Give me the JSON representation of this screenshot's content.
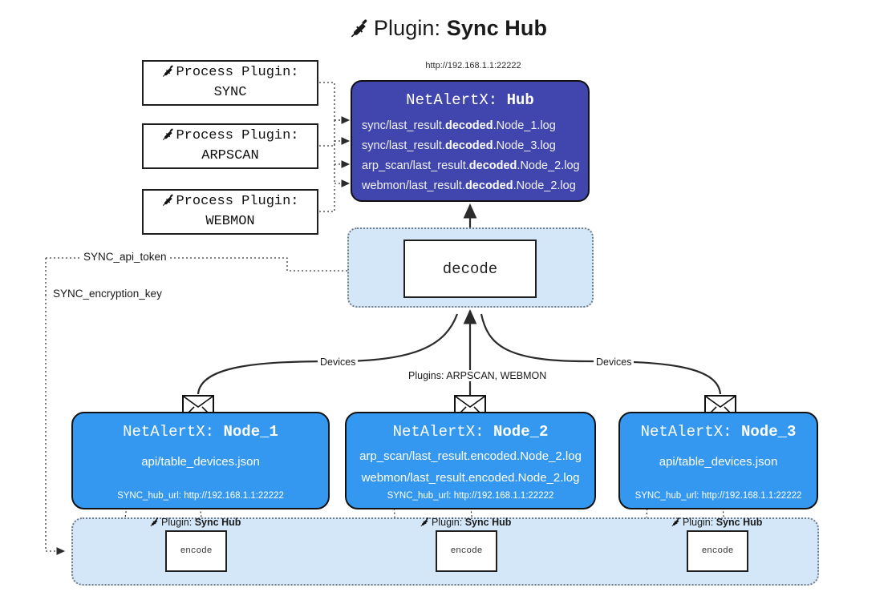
{
  "title": {
    "icon": "plug-icon",
    "prefix": "Plugin:",
    "name": "Sync Hub"
  },
  "hub": {
    "url": "http://192.168.1.1:22222",
    "title_prefix": "NetAlertX:",
    "title_name": "Hub",
    "logs": [
      {
        "pre": "sync/last_result.",
        "em": "decoded",
        "post": ".Node_1.log"
      },
      {
        "pre": "sync/last_result.",
        "em": "decoded",
        "post": ".Node_3.log"
      },
      {
        "pre": "arp_scan/last_result.",
        "em": "decoded",
        "post": ".Node_2.log"
      },
      {
        "pre": "webmon/last_result.",
        "em": "decoded",
        "post": ".Node_2.log"
      }
    ]
  },
  "process_plugins": [
    {
      "icon": "plug-icon",
      "line1": "Process Plugin:",
      "line2": "SYNC"
    },
    {
      "icon": "plug-icon",
      "line1": "Process Plugin:",
      "line2": "ARPSCAN"
    },
    {
      "icon": "plug-icon",
      "line1": "Process Plugin:",
      "line2": "WEBMON"
    }
  ],
  "decode": {
    "label": "decode"
  },
  "secrets": [
    {
      "label": "SYNC_api_token"
    },
    {
      "label": "SYNC_encryption_key"
    }
  ],
  "edge_labels": {
    "devices_left": "Devices",
    "devices_right": "Devices",
    "plugins_center": "Plugins: ARPSCAN, WEBMON"
  },
  "nodes": [
    {
      "icon": "envelope-icon",
      "title_prefix": "NetAlertX:",
      "title_name": "Node_1",
      "lines": [
        "api/table_devices.json"
      ],
      "footer": "SYNC_hub_url: http://192.168.1.1:22222"
    },
    {
      "icon": "envelope-icon",
      "title_prefix": "NetAlertX:",
      "title_name": "Node_2",
      "lines": [
        "arp_scan/last_result.encoded.Node_2.log",
        "webmon/last_result.encoded.Node_2.log"
      ],
      "footer": "SYNC_hub_url: http://192.168.1.1:22222"
    },
    {
      "icon": "envelope-icon",
      "title_prefix": "NetAlertX:",
      "title_name": "Node_3",
      "lines": [
        "api/table_devices.json"
      ],
      "footer": "SYNC_hub_url: http://192.168.1.1:22222"
    }
  ],
  "encoders": [
    {
      "icon": "plug-icon",
      "label_prefix": "Plugin:",
      "label_name": "Sync Hub",
      "box": "encode"
    },
    {
      "icon": "plug-icon",
      "label_prefix": "Plugin:",
      "label_name": "Sync Hub",
      "box": "encode"
    },
    {
      "icon": "plug-icon",
      "label_prefix": "Plugin:",
      "label_name": "Sync Hub",
      "box": "encode"
    }
  ],
  "colors": {
    "hub": "#4046ae",
    "node": "#3498f0",
    "container": "#d4e7f8",
    "stroke": "#1f1f1f",
    "dotted": "#6f7b85"
  }
}
